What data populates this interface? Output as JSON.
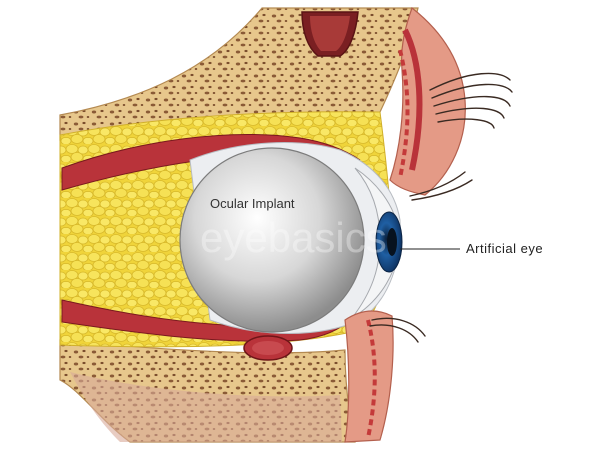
{
  "labels": {
    "implant": "Ocular Implant",
    "artificial_eye": "Artificial eye"
  },
  "watermark": "eyebasics",
  "colors": {
    "bone": "#e9c98e",
    "bone_pore": "#8a5a36",
    "fat": "#f3dc3a",
    "muscle": "#b9333a",
    "conjunctiva": "#e9eaec",
    "implant": "#d4d4d4",
    "iris": "#1c5a9a",
    "lid_skin": "#e49a86"
  }
}
